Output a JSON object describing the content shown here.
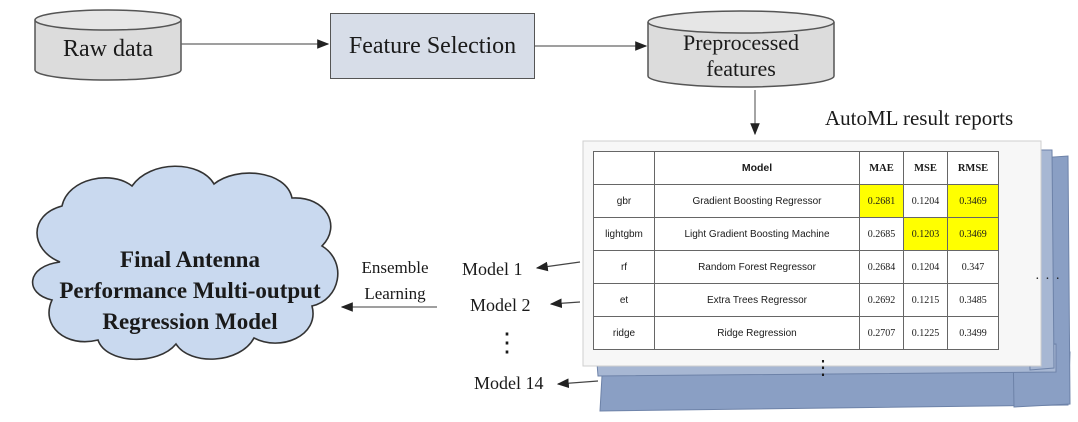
{
  "nodes": {
    "raw_data": "Raw data",
    "feature_selection": "Feature Selection",
    "preprocessed": "Preprocessed features",
    "panel_title": "AutoML result reports",
    "final_model_lines": [
      "Final Antenna",
      "Performance Multi-output",
      "Regression Model"
    ],
    "ensemble_lines": [
      "Ensemble",
      "Learning"
    ]
  },
  "table": {
    "headers": [
      "",
      "Model",
      "MAE",
      "MSE",
      "RMSE"
    ],
    "rows": [
      [
        "gbr",
        "Gradient Boosting Regressor",
        "0.2681",
        "0.1204",
        "0.3469"
      ],
      [
        "lightgbm",
        "Light Gradient Boosting Machine",
        "0.2685",
        "0.1203",
        "0.3469"
      ],
      [
        "rf",
        "Random Forest Regressor",
        "0.2684",
        "0.1204",
        "0.347"
      ],
      [
        "et",
        "Extra Trees Regressor",
        "0.2692",
        "0.1215",
        "0.3485"
      ],
      [
        "ridge",
        "Ridge Regression",
        "0.2707",
        "0.1225",
        "0.3499"
      ]
    ],
    "highlight_color": "#ffff00",
    "highlighted_cells": [
      [
        0,
        2
      ],
      [
        0,
        4
      ],
      [
        1,
        3
      ],
      [
        1,
        4
      ]
    ]
  },
  "models": [
    "Model 1",
    "Model 2",
    "Model 14"
  ],
  "ellipsis": "⋮",
  "hellipsis": "· · ·",
  "colors": {
    "box_fill": "#d7dde8",
    "cylinder_fill": "#dcdcdc",
    "cloud_fill": "#c9d9ef",
    "stack_fill": "#8a9fc4"
  }
}
